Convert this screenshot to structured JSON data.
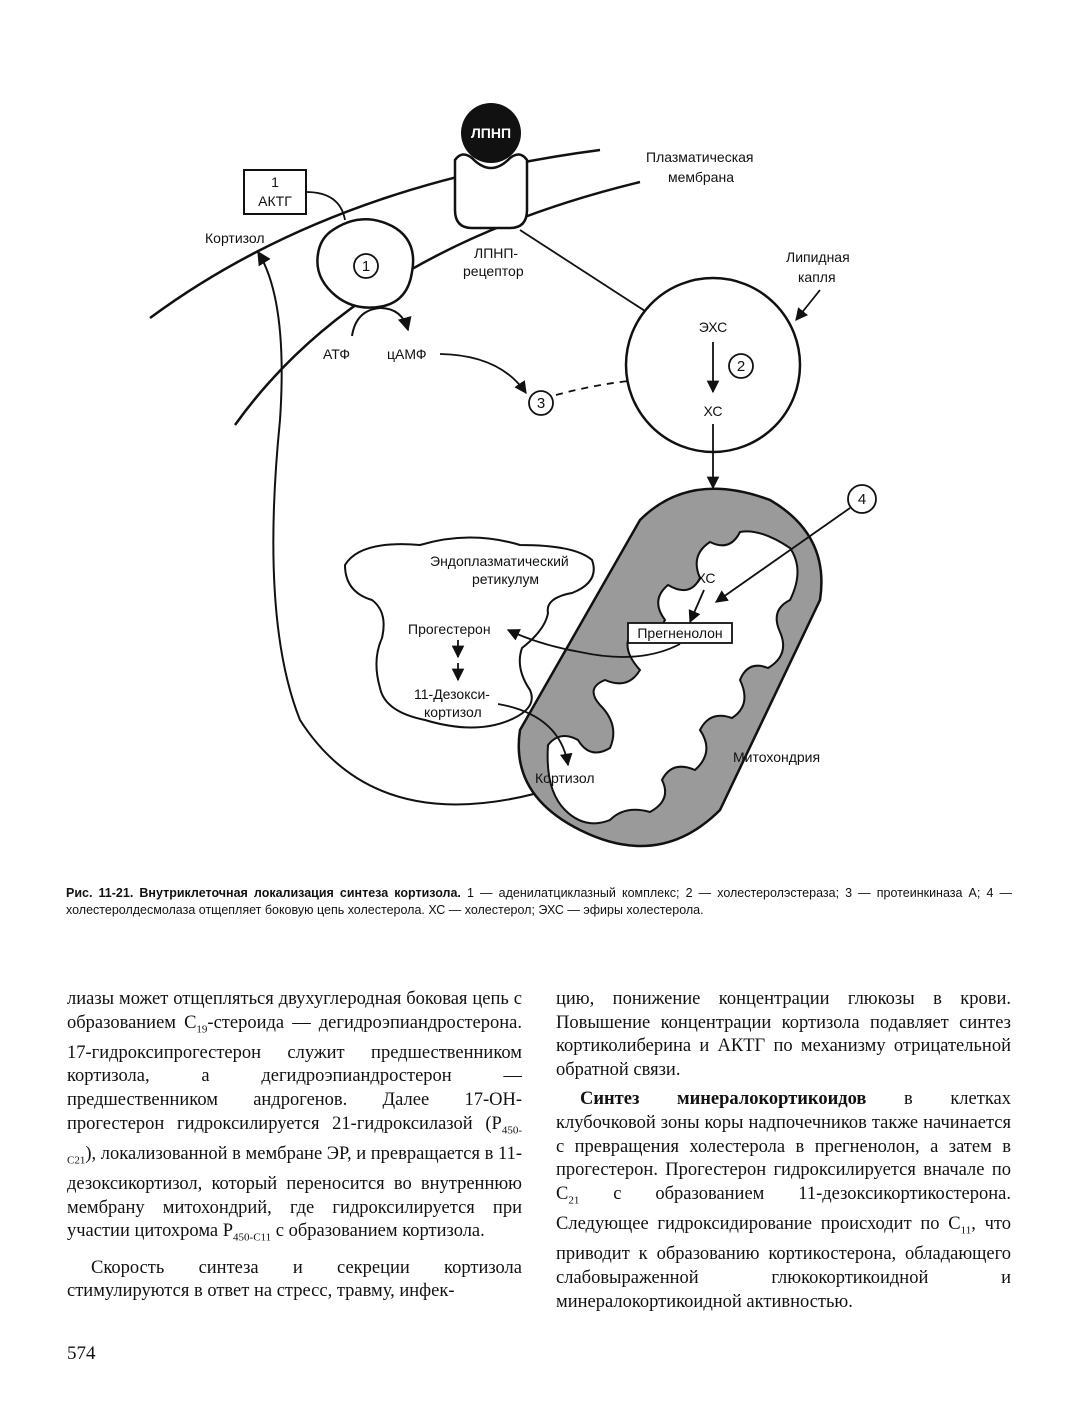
{
  "figure": {
    "labels": {
      "ldl": "ЛПНП",
      "plasma_membrane_1": "Плазматическая",
      "plasma_membrane_2": "мембрана",
      "acth_num": "1",
      "acth": "АКТГ",
      "cortisol_out": "Кортизол",
      "ldl_receptor_1": "ЛПНП-",
      "ldl_receptor_2": "рецептор",
      "lipid_droplet_1": "Липидная",
      "lipid_droplet_2": "капля",
      "atp": "АТФ",
      "camp": "цАМФ",
      "ches": "ЭХС",
      "chol": "ХС",
      "chol_mito": "ХС",
      "er_1": "Эндоплазматический",
      "er_2": "ретикулум",
      "progesterone": "Прогестерон",
      "deoxycortisol_1": "11-Дезокси-",
      "deoxycortisol_2": "кортизол",
      "pregnenolone": "Прегненолон",
      "cortisol_mito": "Кортизол",
      "mitochondrion": "Митохондрия",
      "n1": "1",
      "n2": "2",
      "n3": "3",
      "n4": "4"
    }
  },
  "caption": {
    "title": "Рис. 11-21. Внутриклеточная локализация синтеза кортизола.",
    "text": " 1 — аденилатциклазный комплекс; 2 — холестеролэстераза; 3 — протеинкиназа А; 4 — холестеролдесмолаза отщепляет боковую цепь холестерола. ХС — холестерол; ЭХС — эфиры холестерола."
  },
  "left_column": {
    "p1_a": "лиазы может отщепляться двухуглеродная боковая цепь с образованием С",
    "p1_sub1": "19",
    "p1_b": "-стероида — дегидроэпиандростерона. 17-гидроксипрогестерон служит предшественником кортизола, а дегидроэпиандростерон — предшественником андрогенов. Далее 17-ОН-прогестерон гидроксилируется 21-гидроксилазой (Р",
    "p1_sub2": "450-С21",
    "p1_c": "), локализованной в мембране ЭР, и превращается в 11-дезоксикортизол, который переносится во внутреннюю мембрану митохондрий, где гидроксилируется при участии цитохрома Р",
    "p1_sub3": "450-С11",
    "p1_d": " с образованием кортизола.",
    "p2": "Скорость синтеза и секреции кортизола стимулируются в ответ на стресс, травму, инфек-"
  },
  "right_column": {
    "p1": "цию, понижение концентрации глюкозы в крови. Повышение концентрации кортизола подавляет синтез кортиколиберина и АКТГ по механизму отрицательной обратной связи.",
    "p2_bold": "Синтез минералокортикоидов",
    "p2_a": " в клетках клубочковой зоны коры надпочечников также начинается с превращения холестерола в прегненолон, а затем в прогестерон. Прогестерон гидроксилируется вначале по С",
    "p2_sub1": "21",
    "p2_b": " с образованием 11-дезоксикортикостерона. Следующее гидроксидирование происходит по С",
    "p2_sub2": "11",
    "p2_c": ", что приводит к образованию кортикостерона, обладающего слабовыраженной глюкокортикоидной и минералокортикоидной активностью."
  },
  "page_number": "574"
}
